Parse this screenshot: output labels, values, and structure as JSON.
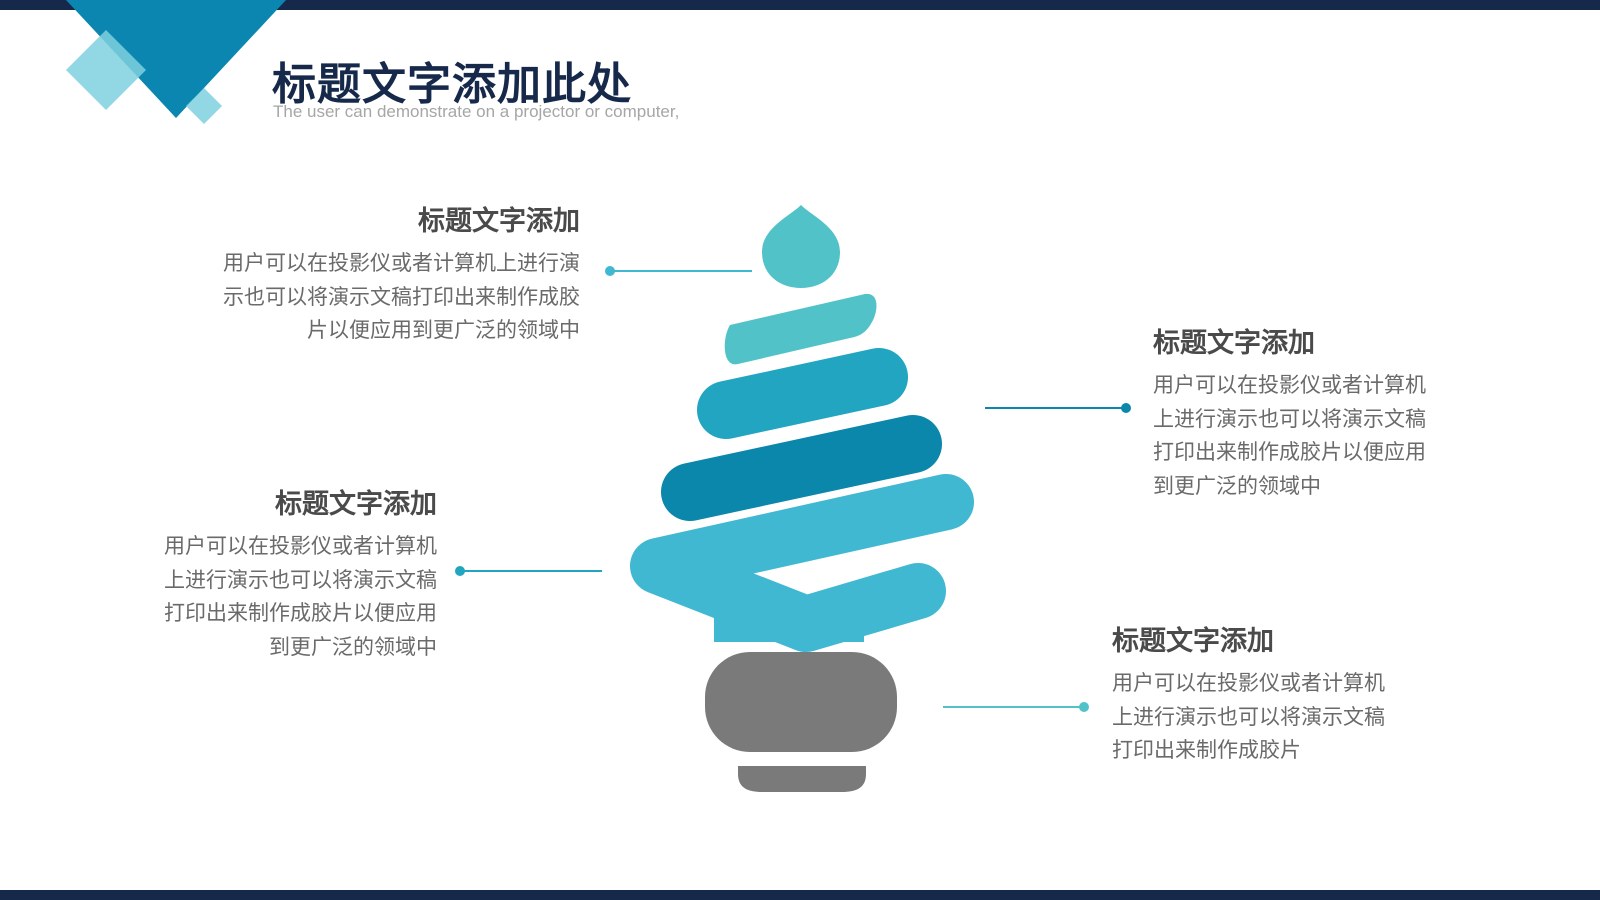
{
  "header": {
    "title": "标题文字添加此处",
    "subtitle": "The user can demonstrate on a projector or computer,"
  },
  "colors": {
    "navy": "#16294a",
    "teal_light": "#52c2c9",
    "teal_mid": "#22a5c0",
    "teal_dark": "#0b87ab",
    "teal_bright": "#41b8d2",
    "gray_base": "#7a7a7a"
  },
  "items": [
    {
      "heading": "标题文字添加",
      "lines": [
        "用户可以在投影仪或者计算机上进行演",
        "示也可以将演示文稿打印出来制作成胶",
        "片以便应用到更广泛的领域中"
      ]
    },
    {
      "heading": "标题文字添加",
      "lines": [
        "用户可以在投影仪或者计算机",
        "上进行演示也可以将演示文稿",
        "打印出来制作成胶片以便应用",
        "到更广泛的领域中"
      ]
    },
    {
      "heading": "标题文字添加",
      "lines": [
        "用户可以在投影仪或者计算机",
        "上进行演示也可以将演示文稿",
        "打印出来制作成胶片以便应用",
        "到更广泛的领域中"
      ]
    },
    {
      "heading": "标题文字添加",
      "lines": [
        "用户可以在投影仪或者计算机",
        "上进行演示也可以将演示文稿",
        "打印出来制作成胶片"
      ]
    }
  ]
}
